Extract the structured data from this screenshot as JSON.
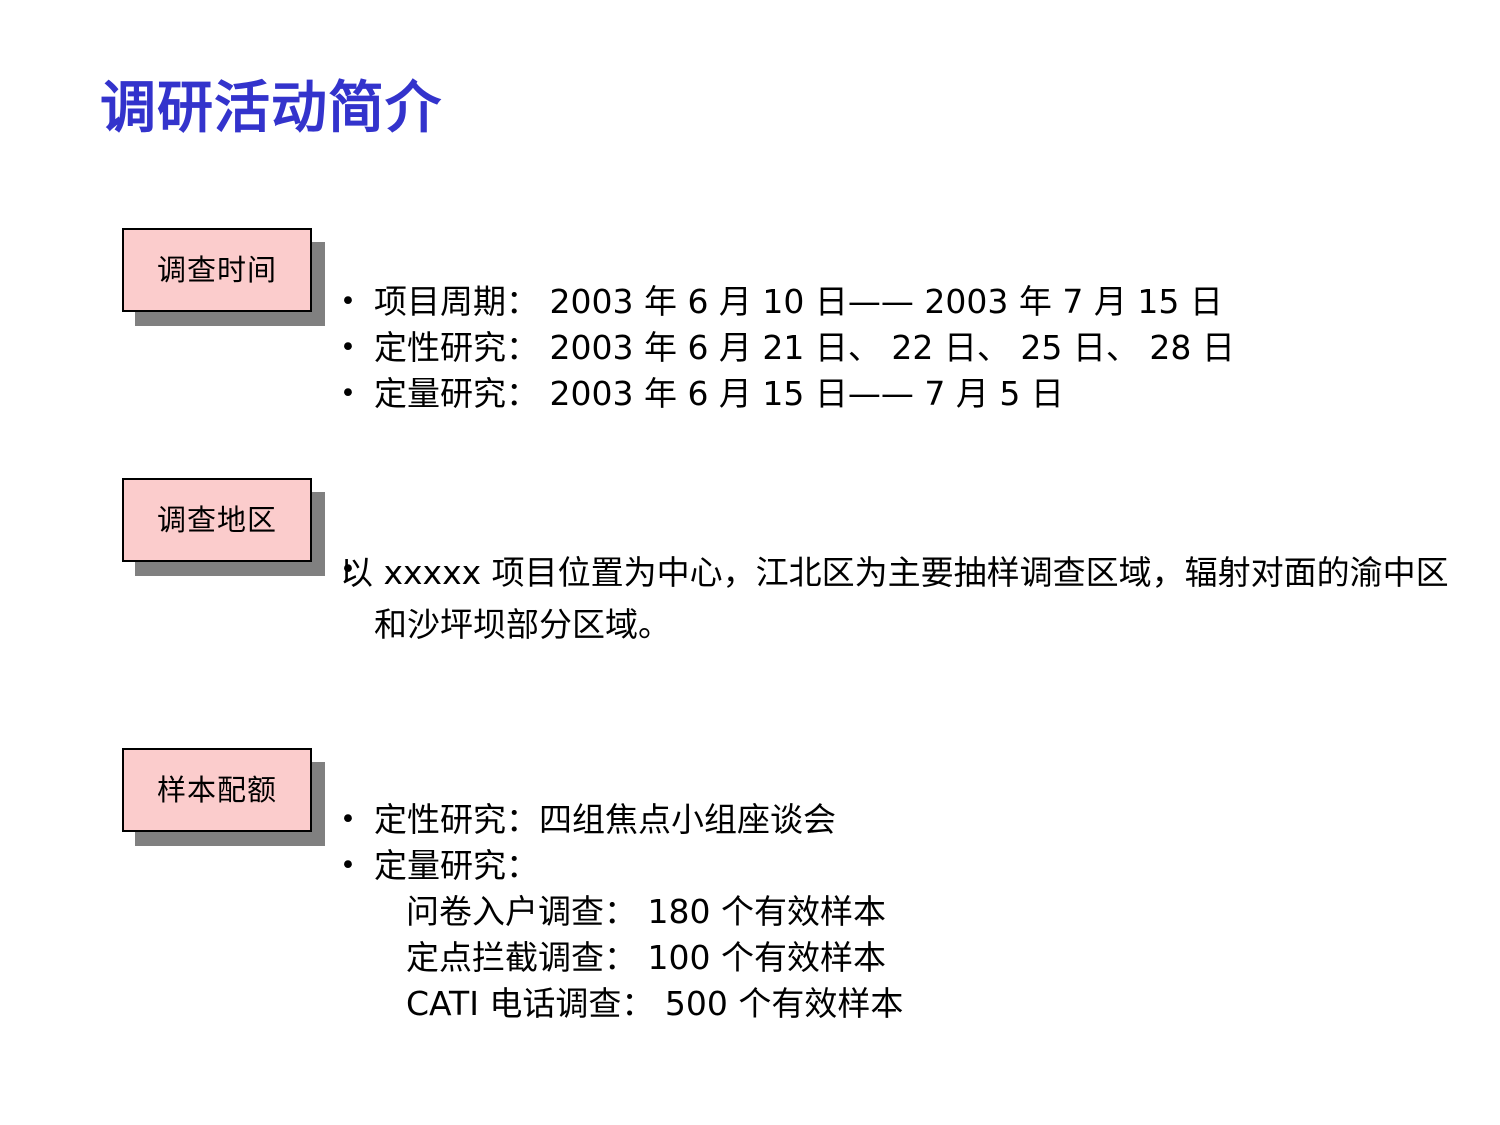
{
  "slide": {
    "title": "调研活动简介",
    "title_color": "#3333cc",
    "background_color": "#ffffff"
  },
  "theme": {
    "label_fill": "#fbcccc",
    "label_border": "#000000",
    "label_shadow": "#808080",
    "body_text_color": "#000000"
  },
  "sections": [
    {
      "label": "调查时间",
      "bullets": [
        {
          "marker": "•",
          "text": "项目周期： 2003 年 6 月 10 日—— 2003 年 7 月 15 日"
        },
        {
          "marker": "•",
          "text": "定性研究： 2003 年 6 月 21 日、 22 日、 25 日、 28 日"
        },
        {
          "marker": "•",
          "text": "定量研究： 2003 年 6 月 15 日—— 7 月 5 日"
        }
      ]
    },
    {
      "label": "调查地区",
      "bullets": [
        {
          "marker": "•",
          "text": "以 xxxxx 项目位置为中心，江北区为主要抽样调查区域，辐射对面的渝中区和沙坪坝部分区域。"
        }
      ]
    },
    {
      "label": "样本配额",
      "bullets": [
        {
          "marker": "•",
          "text": "定性研究：四组焦点小组座谈会"
        },
        {
          "marker": "•",
          "text": "定量研究："
        }
      ],
      "sub_lines": [
        "问卷入户调查： 180 个有效样本",
        "定点拦截调查： 100 个有效样本",
        "CATI 电话调查： 500 个有效样本"
      ]
    }
  ]
}
